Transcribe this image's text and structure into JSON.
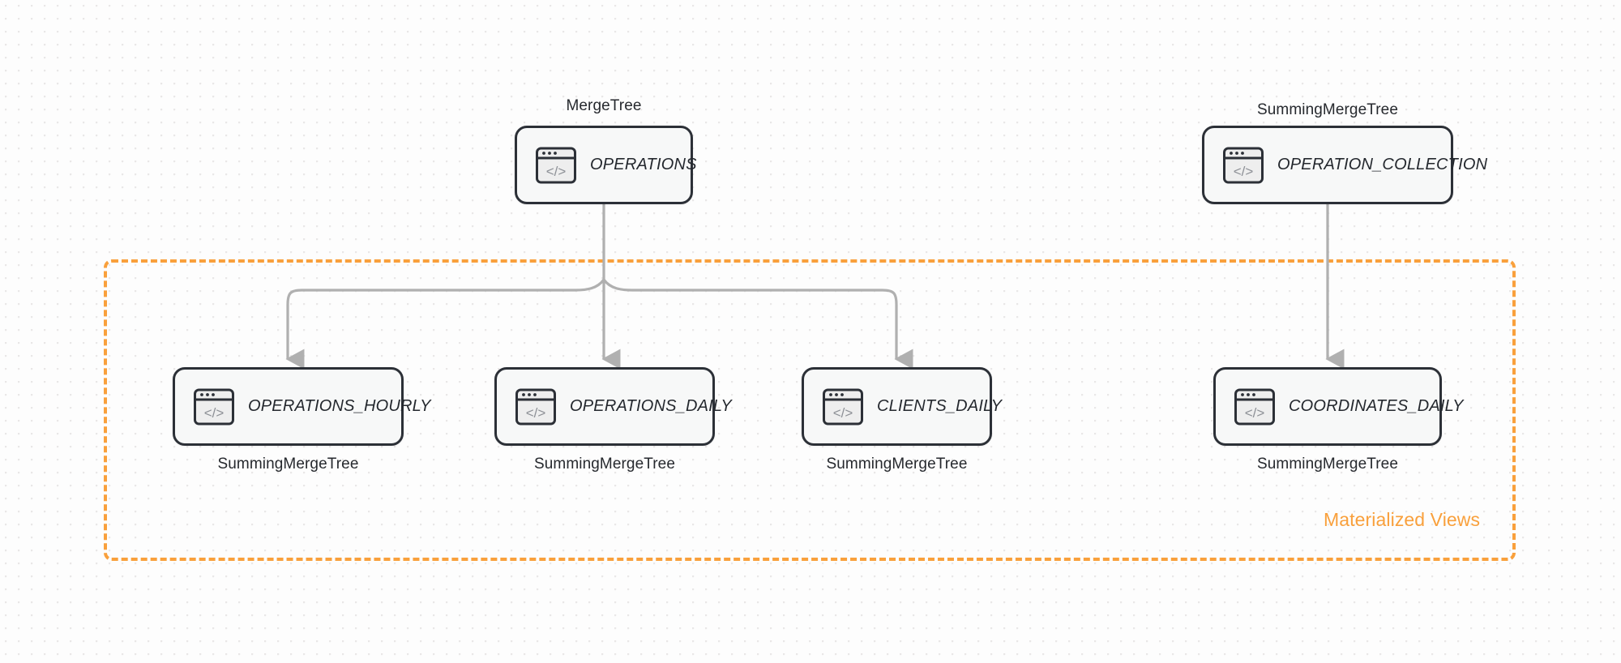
{
  "diagram": {
    "title": "ClickHouse table and materialized view topology",
    "colors": {
      "accent": "#f9a03c",
      "node_border": "#2c3037",
      "node_fill": "#f7f8f8",
      "edge": "#b0b0b0",
      "canvas": "#fdfdfd",
      "dot_grid": "#e9e7e7"
    },
    "group": {
      "caption": "Materialized Views",
      "style": "dashed"
    },
    "icons": {
      "node_icon": "code-window-icon"
    },
    "source_nodes": [
      {
        "id": "operations",
        "label": "OPERATIONS",
        "engine": "MergeTree",
        "engine_position": "above"
      },
      {
        "id": "operation_collection",
        "label": "OPERATION_COLLECTION",
        "engine": "SummingMergeTree",
        "engine_position": "above"
      }
    ],
    "view_nodes": [
      {
        "id": "operations_hourly",
        "label": "OPERATIONS_HOURLY",
        "engine": "SummingMergeTree",
        "engine_position": "below"
      },
      {
        "id": "operations_daily",
        "label": "OPERATIONS_DAILY",
        "engine": "SummingMergeTree",
        "engine_position": "below"
      },
      {
        "id": "clients_daily",
        "label": "CLIENTS_DAILY",
        "engine": "SummingMergeTree",
        "engine_position": "below"
      },
      {
        "id": "coordinates_daily",
        "label": "COORDINATES_DAILY",
        "engine": "SummingMergeTree",
        "engine_position": "below"
      }
    ],
    "edges": [
      {
        "from": "operations",
        "to": "operations_hourly"
      },
      {
        "from": "operations",
        "to": "operations_daily"
      },
      {
        "from": "operations",
        "to": "clients_daily"
      },
      {
        "from": "operation_collection",
        "to": "coordinates_daily"
      }
    ]
  }
}
